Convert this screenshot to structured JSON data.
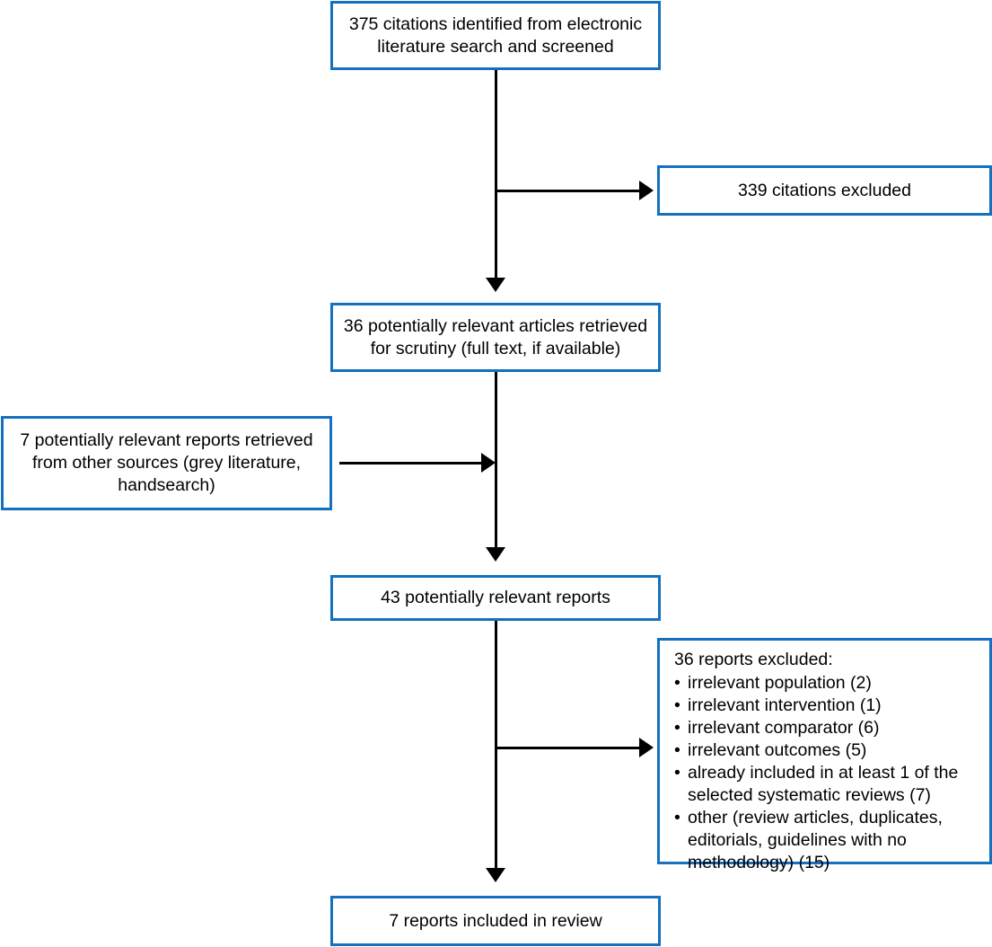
{
  "diagram": {
    "type": "prisma-flow-diagram",
    "border_color": "#1570be",
    "line_color": "#000000",
    "background": "#ffffff",
    "nodes": {
      "identified": "375 citations identified from electronic\nliterature search and screened",
      "citations_excluded": "339 citations excluded",
      "retrieved": "36 potentially relevant articles retrieved\nfor scrutiny (full text, if available)",
      "other_sources": "7 potentially relevant reports retrieved\nfrom other sources (grey literature,\nhandsearch)",
      "relevant_reports": "43 potentially relevant reports",
      "included": "7 reports included in review"
    },
    "reports_excluded": {
      "title": "36 reports excluded:",
      "items": [
        "irrelevant population (2)",
        "irrelevant intervention (1)",
        "irrelevant comparator (6)",
        "irrelevant outcomes (5)",
        "already included in at least 1 of the\nselected systematic reviews (7)",
        "other (review articles, duplicates,\neditorials, guidelines with no\nmethodology) (15)"
      ]
    }
  }
}
